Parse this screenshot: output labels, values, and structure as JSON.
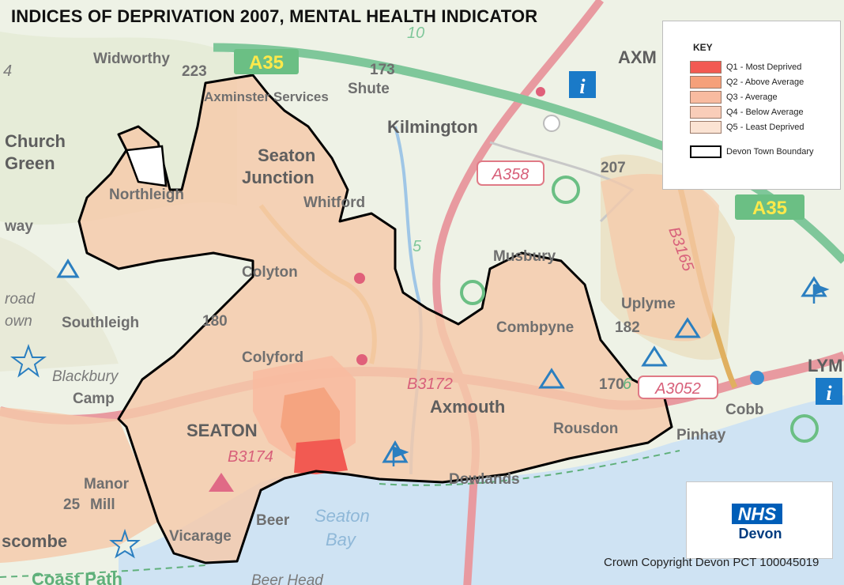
{
  "title": "INDICES OF DEPRIVATION 2007, MENTAL HEALTH INDICATOR",
  "key": {
    "heading": "KEY",
    "items": [
      {
        "label": "Q1 - Most Deprived",
        "color": "#f25a52"
      },
      {
        "label": "Q2 - Above Average",
        "color": "#f5a07a"
      },
      {
        "label": "Q3 - Average",
        "color": "#f8bba0"
      },
      {
        "label": "Q4 - Below Average",
        "color": "#f9cdb9"
      },
      {
        "label": "Q5 - Least Deprived",
        "color": "#fbe3d3"
      }
    ],
    "boundary_label": "Devon Town Boundary"
  },
  "colors": {
    "area_fill": "#f5c9aa",
    "boundary": "#000000",
    "sea": "#cfe3f3",
    "a_road": "#e89aa0",
    "primary_road": "#7fc79a"
  },
  "places": {
    "widworthy": "Widworthy",
    "shute": "Shute",
    "axminster_services": "Axminster Services",
    "kilmington": "Kilmington",
    "axm": "AXM",
    "church": "Church",
    "green": "Green",
    "seaton": "Seaton",
    "junction": "Junction",
    "northleigh": "Northleigh",
    "whitford": "Whitford",
    "way": "way",
    "colyton": "Colyton",
    "musbury": "Musbury",
    "uplyme": "Uplyme",
    "road": "road",
    "own": "own",
    "southleigh": "Southleigh",
    "combpyne": "Combpyne",
    "lym": "LYM",
    "colyford": "Colyford",
    "blackbury": "Blackbury",
    "camp": "Camp",
    "axmouth": "Axmouth",
    "cobb": "Cobb",
    "seaton_caps": "SEATON",
    "rousdon": "Rousdon",
    "pinhay": "Pinhay",
    "manor": "Manor",
    "mill": "Mill",
    "dowlands": "Dowlands",
    "scombe": "scombe",
    "beer": "Beer",
    "vicarage": "Vicarage",
    "seaton_water": "Seaton",
    "bay": "Bay",
    "coast_path": "Coast Path",
    "beer_head": "Beer Head"
  },
  "spot_heights": {
    "h223": "223",
    "h173": "173",
    "h207": "207",
    "h180": "180",
    "h182": "182",
    "h170": "170",
    "h25": "25"
  },
  "roads": {
    "a35_west": "A35",
    "a35_east": "A35",
    "a358": "A358",
    "b3165": "B3165",
    "b3172": "B3172",
    "a3052": "A3052",
    "b3174": "B3174",
    "num_10": "10",
    "num_5": "5",
    "num_6": "6",
    "num_4": "4"
  },
  "logo": {
    "nhs": "NHS",
    "sub": "Devon"
  },
  "copyright": "Crown Copyright Devon PCT 100045019"
}
